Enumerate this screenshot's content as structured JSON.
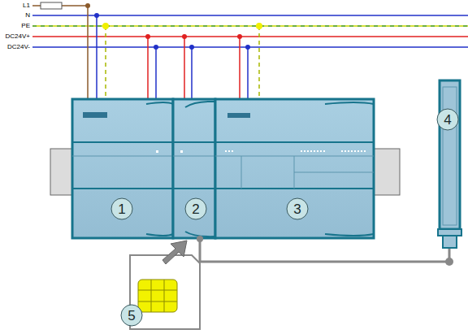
{
  "diagram": {
    "labels": [
      "L1",
      "N",
      "PE",
      "DC24V+",
      "DC24V-",
      "1",
      "2",
      "3",
      "4",
      "5"
    ]
  }
}
